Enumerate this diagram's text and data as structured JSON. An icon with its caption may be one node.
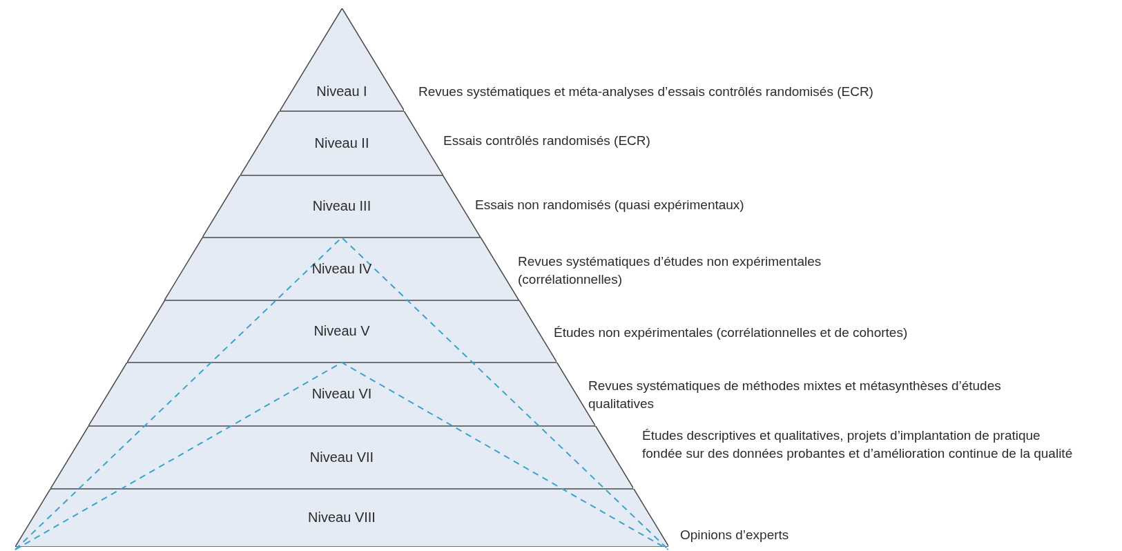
{
  "diagram": {
    "nodes": [
      {
        "text": [
          "Niveau I"
        ],
        "beside": [
          "Revues systématiques et méta-analyses d’essais contrôlés randomisés (ECR)"
        ]
      },
      {
        "text": [
          "Niveau II"
        ],
        "beside": [
          "Essais contrôlés randomisés (ECR)"
        ]
      },
      {
        "text": [
          "Niveau III"
        ],
        "beside": [
          "Essais non randomisés (quasi expérimentaux)"
        ]
      },
      {
        "text": [
          "Niveau IV"
        ],
        "beside": [
          "Revues systématiques d’études non expérimentales (corrélationnelles)"
        ]
      },
      {
        "text": [
          "Niveau V"
        ],
        "beside": [
          "Études non expérimentales (corrélationnelles et de cohortes)"
        ]
      },
      {
        "text": [
          "Niveau VI"
        ],
        "beside": [
          "Revues systématiques de méthodes mixtes et métasynthèses d’études qualitatives"
        ]
      },
      {
        "text": [
          "Niveau VII"
        ],
        "beside": [
          "Études descriptives et qualitatives, projets d’implantation de pratique fondée sur des données probantes et d’amélioration continue de la qualité"
        ]
      },
      {
        "text": [
          "Niveau VIII"
        ],
        "beside": [
          "Opinions d’experts"
        ]
      }
    ]
  }
}
